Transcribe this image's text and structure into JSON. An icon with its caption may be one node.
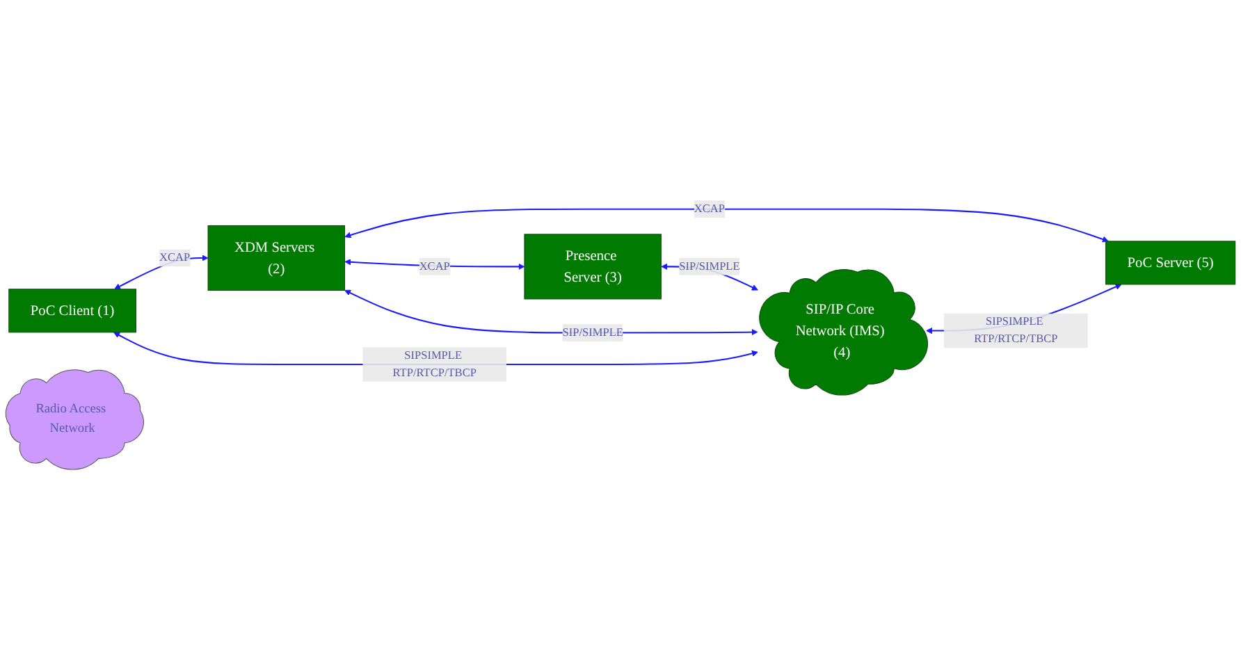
{
  "diagram": {
    "nodes": [
      {
        "text": [
          "PoC Client (1)"
        ]
      },
      {
        "text": [
          "Radio Access Network"
        ]
      },
      {
        "text": [
          "XDM Servers (2)"
        ]
      },
      {
        "text": [
          "Presence Server (3)"
        ]
      },
      {
        "text": [
          "SIP/IP Core Network (IMS) (4)"
        ]
      },
      {
        "text": [
          "PoC Server (5)"
        ]
      }
    ],
    "edges": [
      {
        "from": 0,
        "to": 2,
        "arrow": "both",
        "label": "XCAP"
      },
      {
        "from": 2,
        "to": 5,
        "arrow": "both",
        "label": "XCAP"
      },
      {
        "from": 2,
        "to": 3,
        "arrow": "both",
        "label": "XCAP"
      },
      {
        "from": 3,
        "to": 4,
        "arrow": "both",
        "label": "SIP/SIMPLE"
      },
      {
        "from": 4,
        "to": 2,
        "arrow": "both",
        "label": "SIP/SIMPLE"
      },
      {
        "from": 0,
        "to": 4,
        "arrow": "both",
        "label": "SIPSIMPLE RTP/RTCP/TBCP"
      },
      {
        "from": 4,
        "to": 5,
        "arrow": "both",
        "label": "SIPSIMPLE RTP/RTCP/TBCP"
      }
    ]
  }
}
